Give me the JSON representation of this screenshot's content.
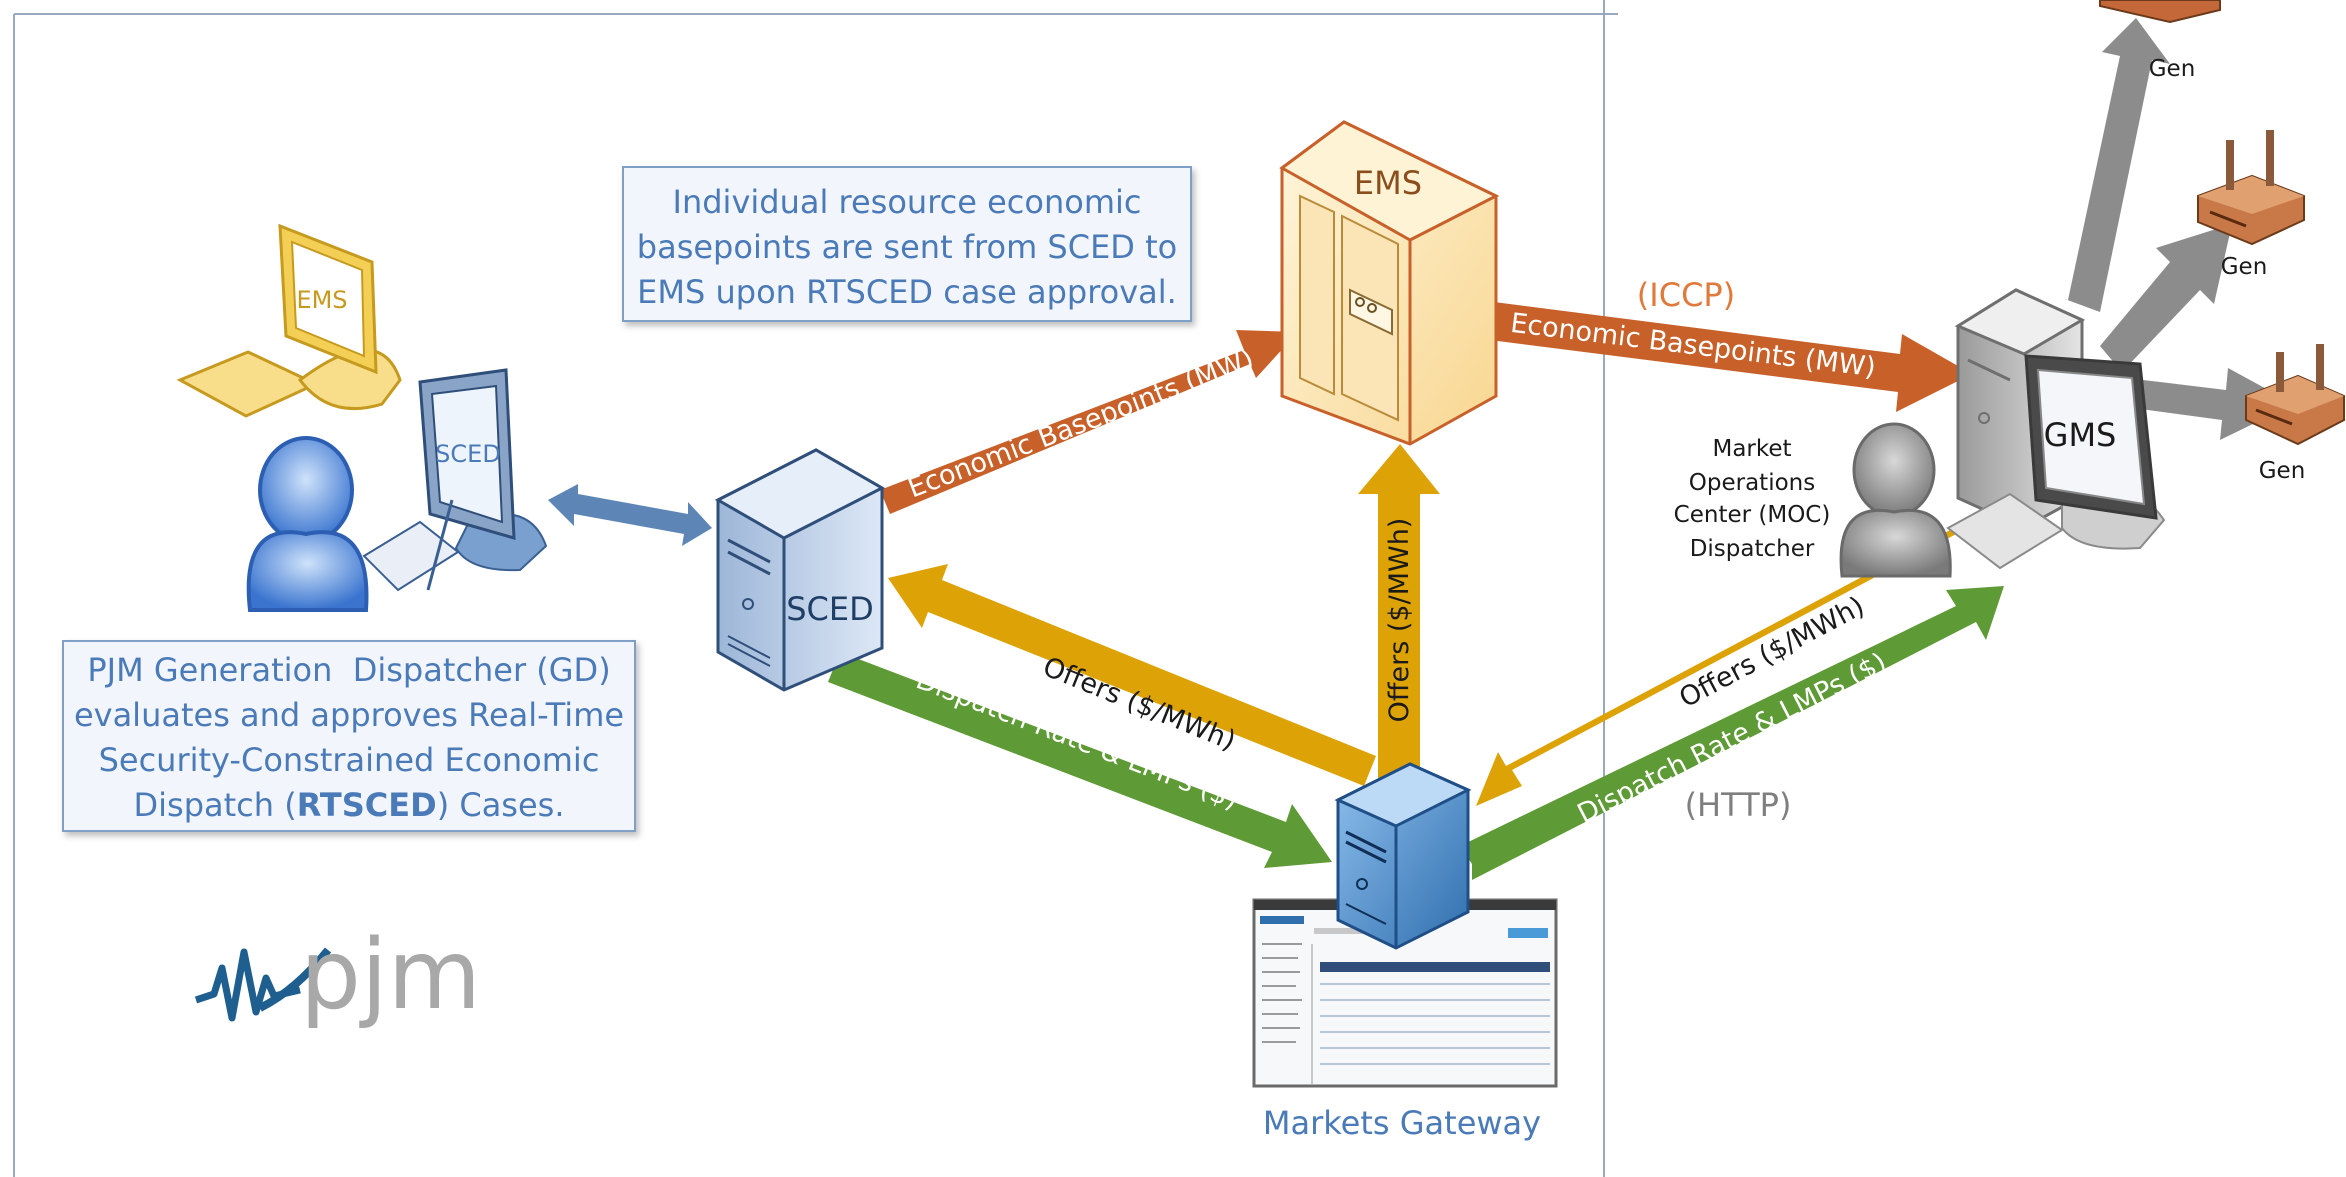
{
  "callouts": {
    "individual_basepoints": [
      "Individual resource economic",
      "basepoints are sent from SCED to",
      "EMS upon RTSCED case approval."
    ],
    "gd_line1": "PJM Generation  Dispatcher (GD)",
    "gd_line2": "evaluates and approves Real-Time",
    "gd_line3": "Security-Constrained Economic",
    "gd_line4_pre": "Dispatch (",
    "gd_line4_bold": "RTSCED",
    "gd_line4_post": ") Cases."
  },
  "nodes": {
    "ems_server": "EMS",
    "ems_monitor": "EMS",
    "sced_monitor": "SCED",
    "sced_server": "SCED",
    "gms": "GMS",
    "markets_gateway": "Markets Gateway",
    "moc_dispatcher": [
      "Market",
      "Operations",
      "Center (MOC)",
      "Dispatcher"
    ],
    "gen_labels": [
      "Gen",
      "Gen",
      "Gen"
    ]
  },
  "arrows": {
    "sced_to_ems": "Economic Basepoints (MW)",
    "ems_to_gms": "Economic Basepoints (MW)",
    "mg_to_sced_offers": "Offers ($/MWh)",
    "sced_to_mg_dispatch": "Dispatch Rate & LMPs ($)",
    "mg_to_ems_offers": "Offers ($/MWh)",
    "moc_to_mg_offers": "Offers ($/MWh)",
    "mg_to_moc_dispatch": "Dispatch Rate & LMPs ($)"
  },
  "protocols": {
    "iccp": "(ICCP)",
    "http": "(HTTP)"
  },
  "logo": "pjm",
  "colors": {
    "orange_arrow": "#c8602a",
    "gold_arrow": "#dca206",
    "green_arrow": "#5e9a35",
    "gray_arrow": "#8c8c8c",
    "blue_arrow": "#5d86b6",
    "callout_text": "#4a7ab8",
    "iccp_text": "#e07a3c",
    "http_text": "#7f7f7f"
  }
}
